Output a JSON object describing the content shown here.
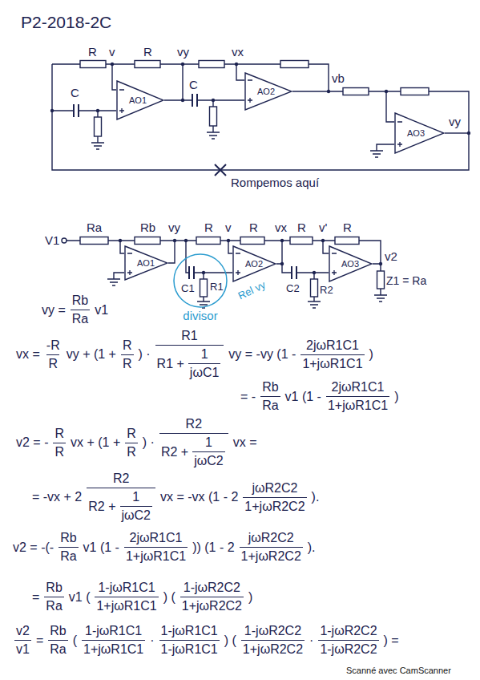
{
  "diagram": {
    "title": "P2-2018-2C",
    "nodes": [
      {
        "text": [
          "AO1"
        ]
      },
      {
        "text": [
          "AO2"
        ]
      },
      {
        "text": [
          "AO3"
        ]
      },
      {
        "text": [
          "AO1"
        ]
      },
      {
        "text": [
          "divisor"
        ]
      },
      {
        "text": [
          "AO2"
        ]
      },
      {
        "text": [
          "AO3"
        ]
      }
    ],
    "labels": [
      "R",
      "v",
      "R",
      "vy",
      "C",
      "C",
      "vx",
      "vb",
      "vy",
      "Rompemos aquí",
      "V1",
      "Ra",
      "Rb",
      "vy",
      "R",
      "v",
      "R",
      "vx",
      "R",
      "v'",
      "R",
      "C1",
      "R1",
      "Rel vy",
      "C2",
      "R2",
      "v2",
      "Z1 = Ra",
      "Scanné avec CamScanner",
      "vy =",
      "Rb",
      "Ra",
      "v1",
      "vx =",
      "-R",
      "R",
      "vy + (1 +",
      "R",
      "R",
      ") ·",
      "R1",
      "R1 +",
      "1",
      "jωC1",
      "vy = -vy (1 -",
      "2jωR1C1",
      "1+jωR1C1",
      ")",
      "= -",
      "Rb",
      "Ra",
      "v1 (1 -",
      "2jωR1C1",
      "1+jωR1C1",
      ")",
      "v2 = -",
      "R",
      "R",
      "vx + (1 +",
      "R",
      "R",
      ") ·",
      "R2",
      "R2 +",
      "1",
      "jωC2",
      "vx =",
      "= -vx + 2",
      "R2",
      "R2 +",
      "1",
      "jωC2",
      "vx = -vx (1 - 2",
      "jωR2C2",
      "1+jωR2C2",
      ").",
      "v2 = -(-",
      "Rb",
      "Ra",
      "v1 (1 -",
      "2jωR1C1",
      "1+jωR1C1",
      ")) (1 - 2",
      "jωR2C2",
      "1+jωR2C2",
      ").",
      "=",
      "Rb",
      "Ra",
      "v1 (",
      "1-jωR1C1",
      "1+jωR1C1",
      ") (",
      "1-jωR2C2",
      "1+jωR2C2",
      ")",
      "v2",
      "v1",
      "=",
      "Rb",
      "Ra",
      "(",
      "1-jωR1C1",
      "1+jωR1C1",
      "·",
      "1-jωR1C1",
      "1-jωR1C1",
      ") (",
      "1-jωR2C2",
      "1+jωR2C2",
      "·",
      "1-jωR2C2",
      "1-jωR2C2",
      ") ="
    ]
  }
}
